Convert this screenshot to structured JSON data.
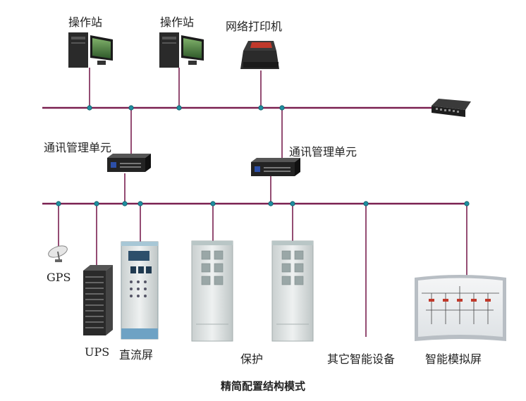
{
  "diagram": {
    "caption": "精简配置结构模式",
    "nodes": {
      "op_station_1": "操作站",
      "op_station_2": "操作站",
      "network_printer": "网络打印机",
      "comm_unit_1": "通讯管理单元",
      "comm_unit_2": "通讯管理单元",
      "gps": "GPS",
      "ups": "UPS",
      "dc_panel": "直流屏",
      "protection": "保护",
      "other_devices": "其它智能设备",
      "mimic_screen": "智能模拟屏"
    },
    "colors": {
      "bus_line": "#7a2050",
      "connector": "#1f8fa0",
      "cabinet": "#dfe3e3",
      "device_dark": "#2a2a2a"
    }
  }
}
